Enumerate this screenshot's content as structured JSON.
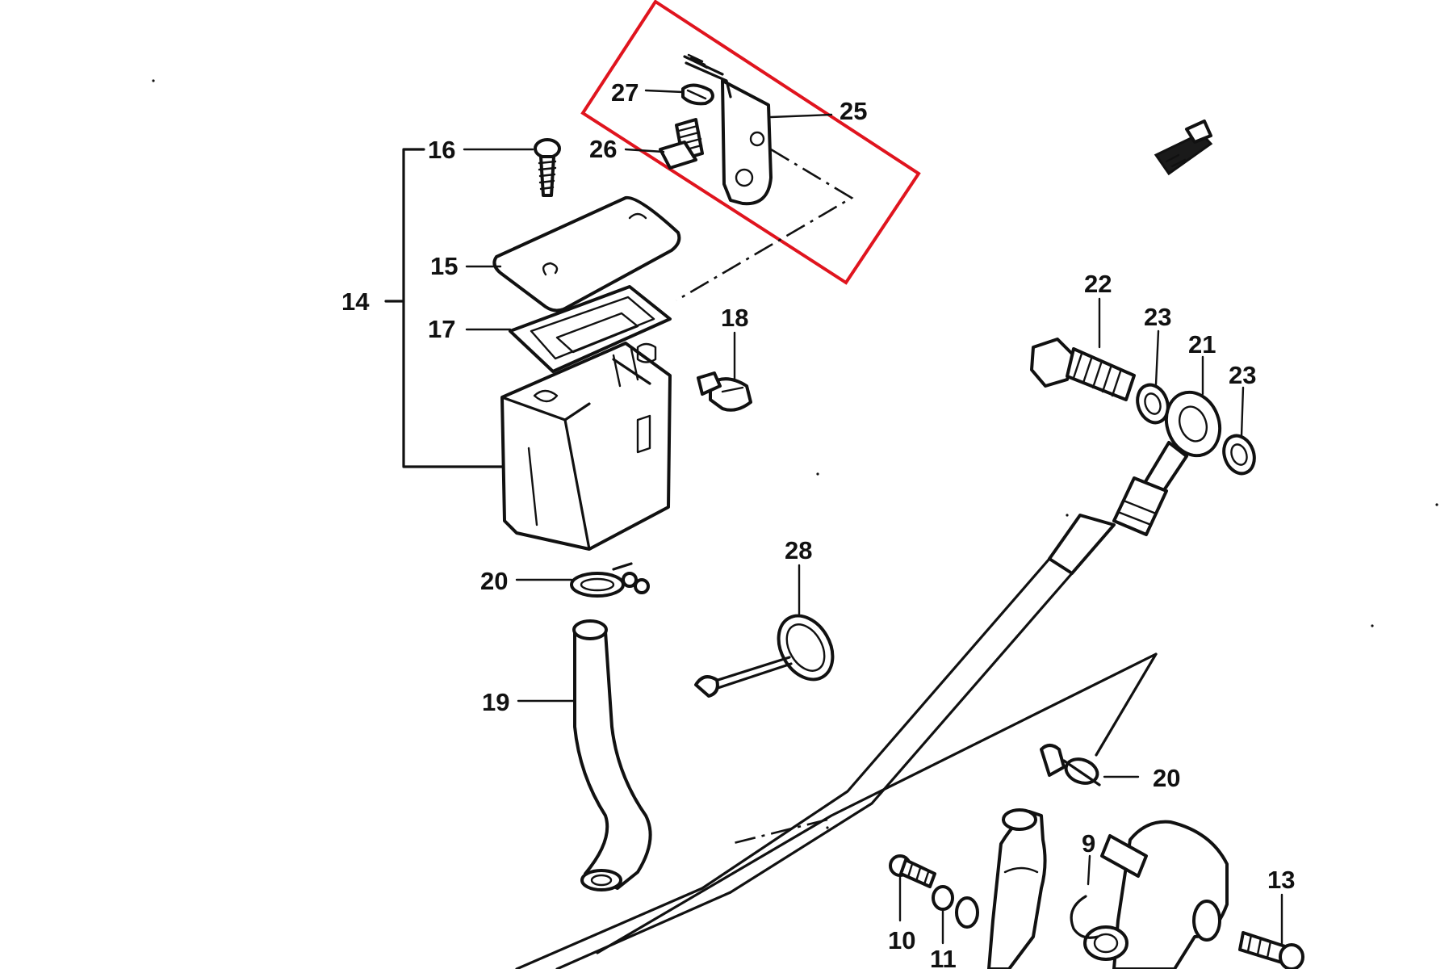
{
  "diagram": {
    "highlight_color": "#e0141e",
    "ink_color": "#111111",
    "callouts": {
      "l27": "27",
      "l25": "25",
      "l26": "26",
      "l16": "16",
      "l15": "15",
      "l14": "14",
      "l17": "17",
      "l18": "18",
      "l22": "22",
      "l23a": "23",
      "l21": "21",
      "l23b": "23",
      "l20a": "20",
      "l28": "28",
      "l19": "19",
      "l20b": "20",
      "l9": "9",
      "l13": "13",
      "l10": "10",
      "l11": "11"
    }
  }
}
